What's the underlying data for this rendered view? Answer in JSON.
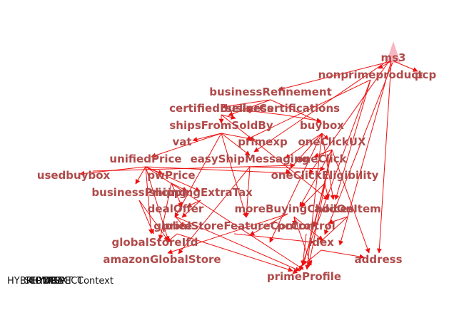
{
  "legend": [
    "HYBRID",
    "SERVICE",
    "CONTEXT",
    "HYDRA",
    "DB",
    "ASPECT",
    "Context"
  ],
  "colors": {
    "edge": "#ee1111",
    "label": "#b04a4a",
    "root_marker": "#f7b6c2"
  },
  "nodes": {
    "ms3": "ms3",
    "nonprimeproduct": "nonprimeproduct",
    "pcp": "pcp",
    "businessRefinement": "businessRefinement",
    "certifiedBusiness": "certifiedBusiness",
    "sellersCertifications": "sellerCertifications",
    "shipsFromSoldBy": "shipsFromSoldBy",
    "buybox": "buybox",
    "vat": "vat",
    "primexp": "primexp",
    "oneClickUX": "oneClickUX",
    "unifiedPrice": "unifiedPrice",
    "easyShipMessaging": "easyShipMessaging",
    "oneClick": "oneClick",
    "usedbuybox": "usedbuybox",
    "pwPrice": "pwPrice",
    "oneClickEligibility": "oneClickEligibility",
    "businessPricing": "businessPricing",
    "shippingExtraTax": "shippingExtraTax",
    "dealOffer": "dealOffer",
    "moreBuyingChoices": "moreBuyingChoices",
    "addOnItem": "addOnItem",
    "price": "price",
    "globalStoreFeatureControl": "globalStoreFeatureControl",
    "pcControl": "pcControl",
    "globalStoreIfd": "globalStoreIfd",
    "idex": "idex",
    "amazonGlobalStore": "amazonGlobalStore",
    "address": "address",
    "primeProfile": "primeProfile"
  }
}
